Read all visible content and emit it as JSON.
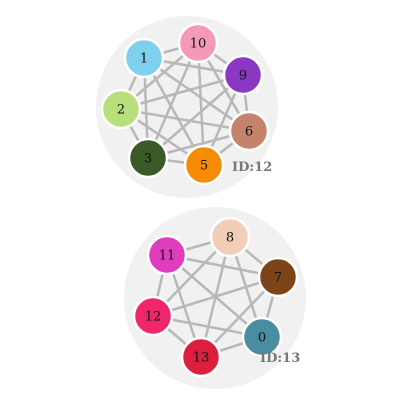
{
  "clusters": [
    {
      "key": "cluster-12",
      "id_label": "ID:12",
      "nodes": [
        {
          "label": "10",
          "color": "#f49ab6"
        },
        {
          "label": "9",
          "color": "#8a37c4"
        },
        {
          "label": "6",
          "color": "#c4836a"
        },
        {
          "label": "5",
          "color": "#f68c06"
        },
        {
          "label": "3",
          "color": "#3c5a27"
        },
        {
          "label": "2",
          "color": "#b7e07c"
        },
        {
          "label": "1",
          "color": "#7fd0ee"
        }
      ]
    },
    {
      "key": "cluster-13",
      "id_label": "ID:13",
      "nodes": [
        {
          "label": "8",
          "color": "#f2cdb8"
        },
        {
          "label": "7",
          "color": "#7c4418"
        },
        {
          "label": "0",
          "color": "#4a8ca0"
        },
        {
          "label": "13",
          "color": "#dc1f3c"
        },
        {
          "label": "12",
          "color": "#f0256c"
        },
        {
          "label": "11",
          "color": "#df3cbe"
        }
      ]
    }
  ]
}
